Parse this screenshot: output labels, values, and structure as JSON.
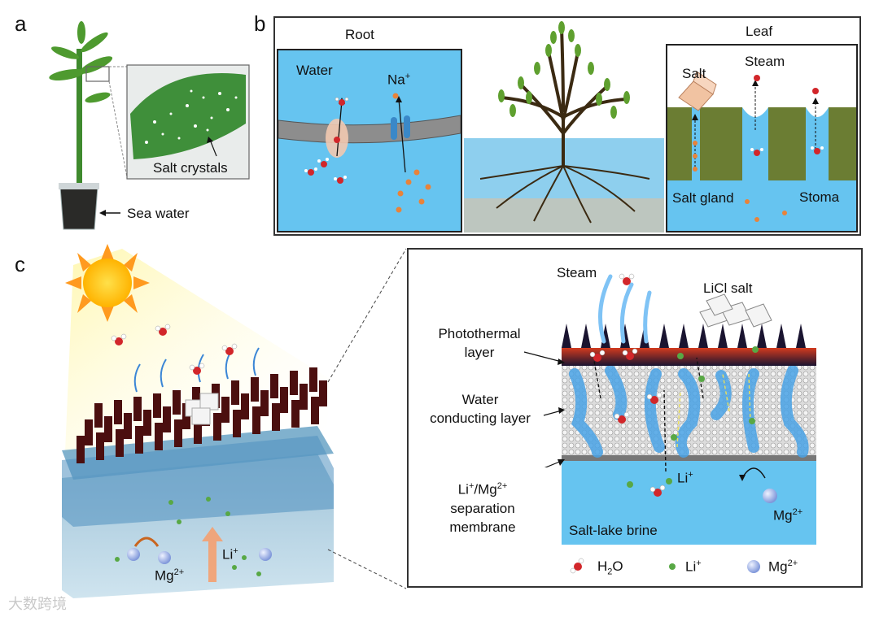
{
  "panels": {
    "a": {
      "label": "a",
      "leaf_callout": "Salt crystals",
      "pot_callout": "Sea water"
    },
    "b": {
      "label": "b",
      "root_title": "Root",
      "leaf_title": "Leaf",
      "root_labels": {
        "water": "Water",
        "na": "Na",
        "na_sup": "+"
      },
      "leaf_labels": {
        "salt": "Salt",
        "steam": "Steam",
        "salt_gland": "Salt gland",
        "stoma": "Stoma"
      }
    },
    "c": {
      "label": "c",
      "left_labels": {
        "li": "Li",
        "li_sup": "+",
        "mg": "Mg",
        "mg_sup": "2+"
      },
      "layer_labels": {
        "photothermal": [
          "Photothermal",
          "layer"
        ],
        "water_conducting": [
          "Water",
          "conducting layer"
        ],
        "separation": {
          "line1_a": "Li",
          "line1_a_sup": "+",
          "line1_b": "/Mg",
          "line1_b_sup": "2+",
          "line2": "separation",
          "line3": "membrane"
        }
      },
      "right_labels": {
        "steam": "Steam",
        "licl": "LiCl salt",
        "li": "Li",
        "li_sup": "+",
        "mg": "Mg",
        "mg_sup": "2+",
        "brine": "Salt-lake brine"
      },
      "legend": [
        {
          "label": "H",
          "sub": "2",
          "rest": "O",
          "marker": "water-molecule"
        },
        {
          "label": "Li",
          "sup": "+",
          "marker": "green-dot"
        },
        {
          "label": "Mg",
          "sup": "2+",
          "marker": "blue-sphere"
        }
      ]
    }
  },
  "watermark": "大数跨境",
  "colors": {
    "water_blue": "#66c4f0",
    "leaf_green": "#6b7d33",
    "stem_green": "#3f8a2e",
    "photothermal_dark": "#3a1010",
    "li_green": "#58a845",
    "mg_blue": "#9fb6ea",
    "na_orange": "#e8833a",
    "frame": "#333333"
  }
}
